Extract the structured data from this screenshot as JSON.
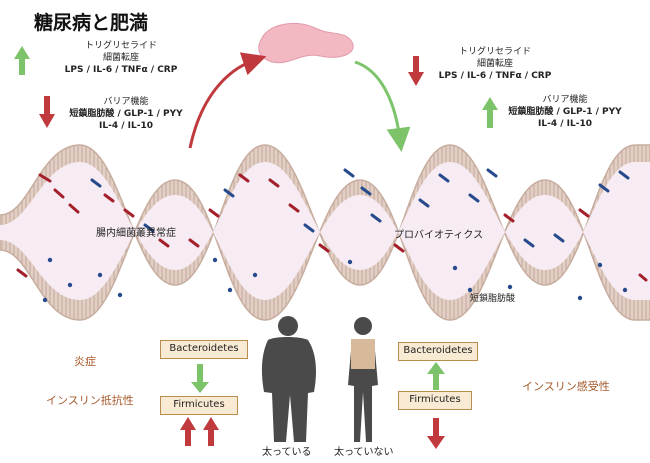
{
  "title": "糖尿病と肥満",
  "left_panel": {
    "block1": {
      "line1": "トリグリセライド",
      "line2": "細菌転座",
      "line3": "LPS / IL-6 / TNFα / CRP"
    },
    "block2": {
      "line1": "バリア機能",
      "line2": "短鎖脂肪酸 / GLP-1 / PYY",
      "line3": "IL-4 / IL-10"
    }
  },
  "right_panel": {
    "block1": {
      "line1": "トリグリセライド",
      "line2": "細菌転座",
      "line3": "LPS / IL-6 / TNFα / CRP"
    },
    "block2": {
      "line1": "バリア機能",
      "line2": "短鎖脂肪酸 / GLP-1 / PYY",
      "line3": "IL-4 / IL-10"
    }
  },
  "gut": {
    "dysbiosis_label": "腸内細菌叢異常症",
    "probiotics_label": "プロバイオティクス",
    "scfa_label": "短鎖脂肪酸"
  },
  "bottom": {
    "inflammation": "炎症",
    "insulin_resistance": "インスリン抵抗性",
    "insulin_sensitivity": "インスリン感受性",
    "left_box_top": "Bacteroidetes",
    "left_box_bottom": "Firmicutes",
    "right_box_top": "Bacteroidetes",
    "right_box_bottom": "Firmicutes",
    "obese_label": "太っている",
    "not_obese_label": "太っていない"
  },
  "colors": {
    "up_arrow": "#7cc36a",
    "down_arrow": "#c0393c",
    "gut_wall": "#e3cfc4",
    "gut_lumen": "#f7ecf3",
    "bacteria_red": "#a3202b",
    "bacteria_blue": "#274a8c",
    "pancreas": "#f2b9c3",
    "box_fill": "#f8ead3",
    "orange_text": "#a5592a"
  }
}
